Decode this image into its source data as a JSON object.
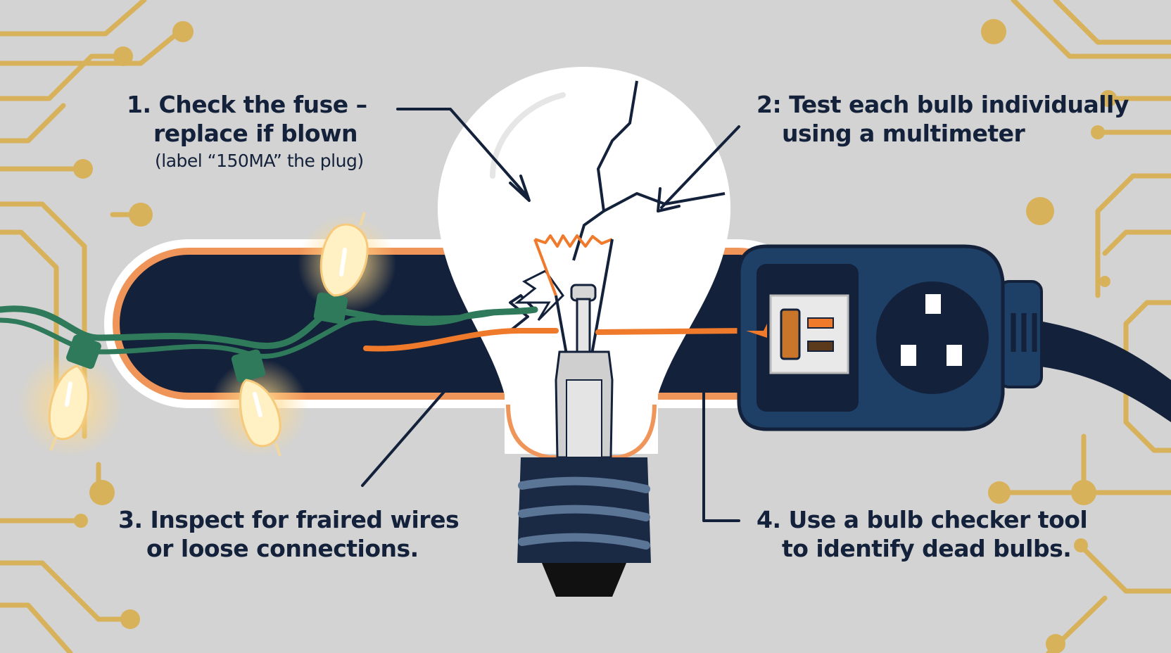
{
  "tips": [
    {
      "id": "fuse",
      "lines": [
        "1. Check the fuse –",
        "replace if blown"
      ],
      "note": "(label “150MA” the plug)"
    },
    {
      "id": "multimeter",
      "lines": [
        "2: Test each bulb individually",
        "using a multimeter"
      ]
    },
    {
      "id": "wires",
      "lines": [
        "3. Inspect for fraired wires",
        "or loose connections."
      ]
    },
    {
      "id": "checker",
      "lines": [
        "4. Use a bulb checker tool",
        "to identify dead bulbs."
      ]
    }
  ],
  "colors": {
    "background": "#d3d3d3",
    "circuit": "#d8b25a",
    "navy": "#13213a",
    "plug_blue": "#1e3f66",
    "accent_orange": "#f07a2b",
    "wire_green": "#2e7a5a",
    "bulb_glow": "#ffe9b0"
  }
}
